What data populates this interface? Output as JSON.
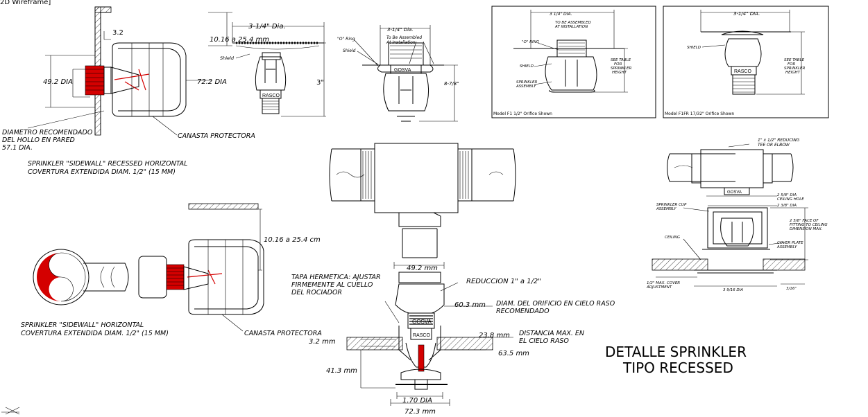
{
  "viewport_label": "2D Wireframe]",
  "left_top_detail": {
    "dim_wall_gap": "3.2",
    "dim_height": "10.16 a 25.4 mm",
    "dim_hole_dia": "49.2 DIA",
    "dim_guard_dia": "72.2 DIA",
    "note_hole": [
      "DIAMETRO RECOMENDADO",
      "DEL HOLLO EN PARED",
      "57.1 DIA."
    ],
    "note_guard": "CANASTA PROTECTORA",
    "caption": [
      "SPRINKLER \"SIDEWALL\" RECESSED HORIZONTAL",
      "COVERTURA EXTENDIDA DIAM. 1/2\" (15 MM)"
    ]
  },
  "pendant_small": {
    "dim_dia": "3-1/4\" Dia.",
    "dim_height": "3\"",
    "label_shield": "Shield"
  },
  "pendant_recessed_small": {
    "dim_dia": "3-1/4\" Dia.",
    "label_oring": "\"O\" Ring",
    "label_assembled": [
      "To Be Assembled",
      "At Installation"
    ],
    "label_shield": "Shield",
    "dim_height": "8-7/8\""
  },
  "box1": {
    "dim_dia": "3 1/4\" DIA.",
    "label_assembled": [
      "TO BE ASSEMBLED",
      "AT INSTALLATION"
    ],
    "label_oring": "\"O\" RING",
    "label_shield": "SHIELD",
    "label_see_table": [
      "SEE TABLE",
      "FOR",
      "SPRINKLER",
      "HEIGHT"
    ],
    "label_sprinkler_assembly": [
      "SPRINKLER",
      "ASSEMBLY"
    ],
    "caption": "Model F1 1/2\" Orifice Shown"
  },
  "box2": {
    "dim_dia": "3-1/4\" DIA.",
    "label_shield": "SHIELD",
    "label_see_table": [
      "SEE TABLE",
      "FOR",
      "SPRINKLER",
      "HEIGHT"
    ],
    "brand": "RASCO",
    "caption": "Model F1FR 17/32\" Orifice Shown"
  },
  "right_detail": {
    "label_tee": [
      "1\" x 1/2\" REDUCING",
      "TEE OR ELBOW"
    ],
    "label_cup": [
      "SPRINKLER CUP",
      "ASSEMBLY"
    ],
    "label_ceiling": "CEILING",
    "label_hole": [
      "2 5/8\" DIA",
      "CEILING HOLE"
    ],
    "dim_inner": "2 3/8\" DIA",
    "label_face": [
      "2 5/8\" FACE OF",
      "FITTING TO CEILING",
      "DIMENSION MAX."
    ],
    "label_cover": [
      "COVER PLATE",
      "ASSEMBLY"
    ],
    "label_max_cover": [
      "1/2\" MAX. COVER",
      "ADJUSTMENT"
    ],
    "dim_bottom": "3 9/16 DIA",
    "dim_right": "3/16\"",
    "brand": "GOSVA"
  },
  "left_bottom_detail": {
    "dim_height": "10.16 a 25.4 cm",
    "note_guard": "CANASTA PROTECTORA",
    "caption": [
      "SPRINKLER \"SIDEWALL\" HORIZONTAL",
      "COVERTURA EXTENDIDA DIAM. 1/2\" (15 MM)"
    ]
  },
  "center_detail": {
    "dim_top": "49.2 mm",
    "label_cap": [
      "TAPA HERMETICA: AJUSTAR",
      "FIRMEMENTE AL CUELLO",
      "DEL ROCIADOR"
    ],
    "label_reduction": "REDUCCION 1\" a 1/2\"",
    "dim_orifice": "60.3 mm",
    "label_orifice": [
      "DIAM. DEL ORIFICIO EN CIELO RASO",
      "RECOMENDADO"
    ],
    "dim_23": "23.8 mm",
    "label_dist": [
      "DISTANCIA MAX. EN",
      "EL CIELO RASO"
    ],
    "dim_32": "3.2 mm",
    "dim_635": "63.5 mm",
    "dim_413": "41.3 mm",
    "dim_170": "1.70 DIA",
    "dim_723": "72.3 mm",
    "brand": "GOSVA",
    "brand2": "RASCO"
  },
  "title": [
    "DETALLE SPRINKLER",
    "TIPO RECESSED"
  ],
  "colors": {
    "accent_red": "#d40000",
    "line": "#000000",
    "background": "#ffffff"
  }
}
